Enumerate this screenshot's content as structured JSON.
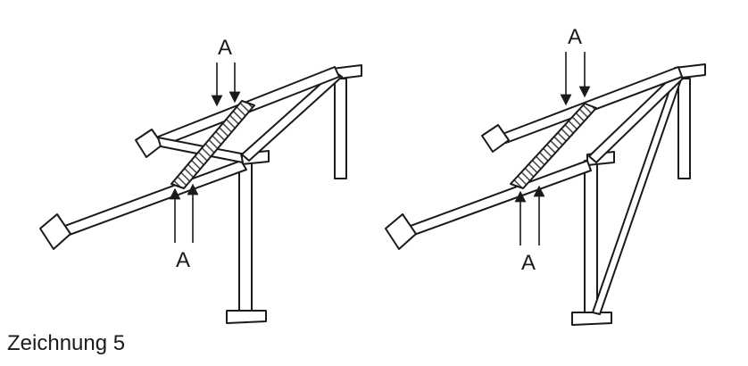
{
  "figure": {
    "caption": "Zeichnung 5",
    "load_label": "A",
    "stroke_color": "#1a1a1a",
    "fill_color": "#ffffff",
    "hatch_color": "#555555",
    "panels": [
      {
        "name": "left",
        "arrow_labels": [
          "A",
          "A"
        ]
      },
      {
        "name": "right",
        "arrow_labels": [
          "A",
          "A"
        ]
      }
    ]
  }
}
